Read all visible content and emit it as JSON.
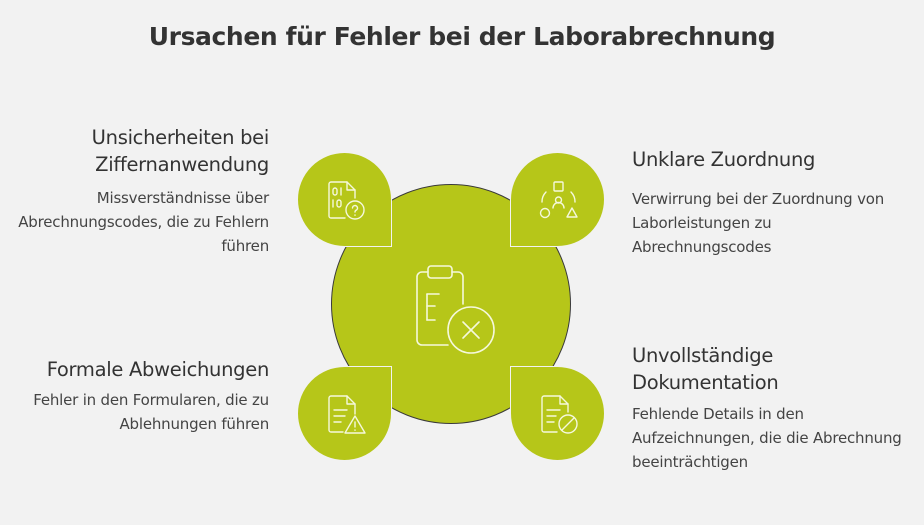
{
  "title": "Ursachen für Fehler bei der Laborabrechnung",
  "colors": {
    "accent": "#b6c619",
    "background": "#f2f2f2",
    "text": "#333333",
    "icon_stroke": "#f5f8dc"
  },
  "center": {
    "icon": "clipboard-x-icon"
  },
  "items": [
    {
      "heading": "Unsicherheiten bei Ziffernanwendung",
      "description": "Missverständnisse über Abrechnungscodes, die zu Fehlern führen",
      "icon": "binary-document-question-icon"
    },
    {
      "heading": "Unklare Zuordnung",
      "description": "Verwirrung bei der Zuordnung von Laborleistungen zu Abrechnungscodes",
      "icon": "shapes-assignment-icon"
    },
    {
      "heading": "Formale Abweichungen",
      "description": "Fehler in den Formularen, die zu Ablehnungen führen",
      "icon": "document-warning-icon"
    },
    {
      "heading": "Unvollständige Dokumentation",
      "description": "Fehlende Details in den Aufzeichnungen, die die Abrechnung beeinträchtigen",
      "icon": "document-blocked-icon"
    }
  ]
}
